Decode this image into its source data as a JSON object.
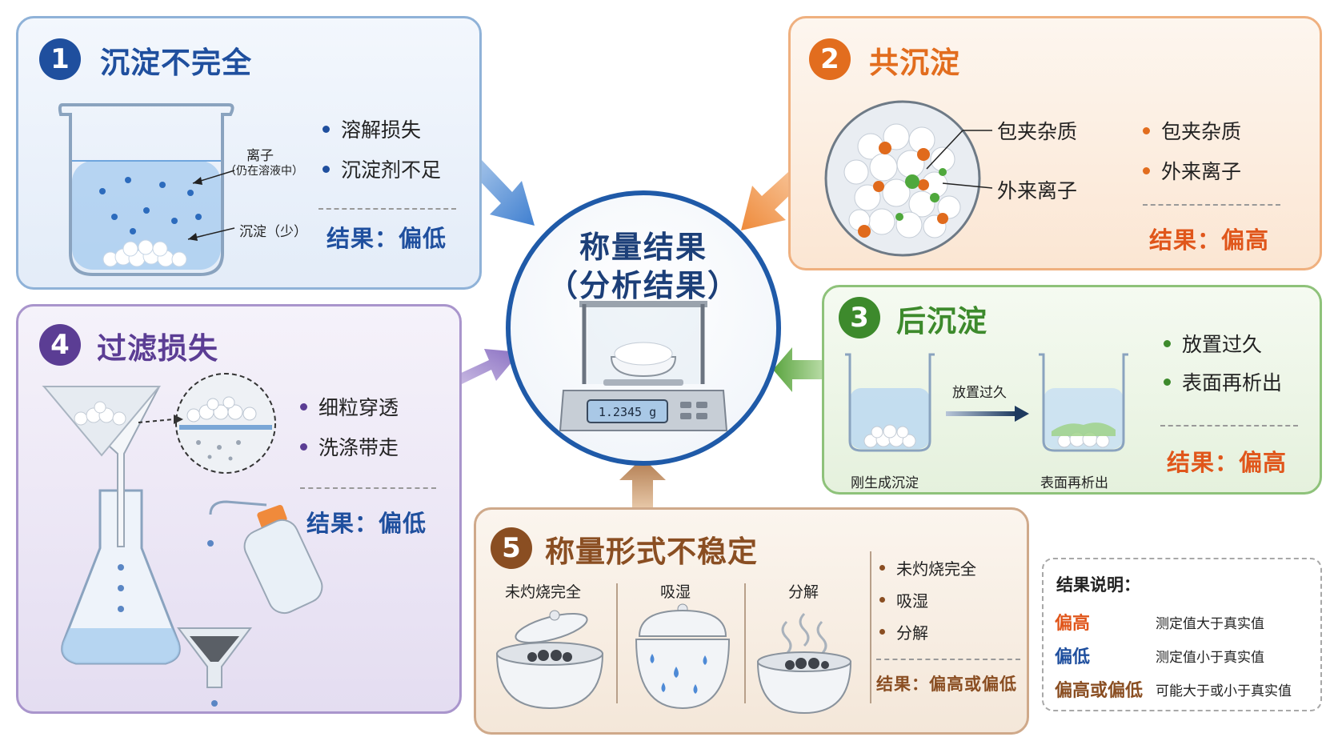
{
  "center": {
    "title_line1": "称量结果",
    "title_line2": "（分析结果）",
    "display": "1.2345 g"
  },
  "panel1": {
    "number": "1",
    "title": "沉淀不完全",
    "label_ions": "离子",
    "label_ions_note": "（仍在溶液中）",
    "label_precipitate": "沉淀（少）",
    "bullets": [
      "溶解损失",
      "沉淀剂不足"
    ],
    "result": "结果：偏低",
    "accent": "#1f4f9e"
  },
  "panel2": {
    "number": "2",
    "title": "共沉淀",
    "label_occlusion": "包夹杂质",
    "label_foreign": "外来离子",
    "bullets": [
      "包夹杂质",
      "外来离子"
    ],
    "result": "结果：偏高",
    "accent": "#e26d1e"
  },
  "panel3": {
    "number": "3",
    "title": "后沉淀",
    "label_fresh": "刚生成沉淀",
    "label_arrow": "放置过久",
    "label_surface": "表面再析出",
    "bullets": [
      "放置过久",
      "表面再析出"
    ],
    "result": "结果：偏高",
    "accent": "#3d8a2c"
  },
  "panel4": {
    "number": "4",
    "title": "过滤损失",
    "bullets": [
      "细粒穿透",
      "洗涤带走"
    ],
    "result": "结果：偏低",
    "accent": "#5b3d94"
  },
  "panel5": {
    "number": "5",
    "title": "称量形式不稳定",
    "cols": [
      "未灼烧完全",
      "吸湿",
      "分解"
    ],
    "bullets": [
      "未灼烧完全",
      "吸湿",
      "分解"
    ],
    "result": "结果：偏高或偏低",
    "accent": "#8a4e22"
  },
  "legend": {
    "title": "结果说明：",
    "rows": [
      {
        "term": "偏高",
        "desc": "测定值大于真实值",
        "color": "#e0561b"
      },
      {
        "term": "偏低",
        "desc": "测定值小于真实值",
        "color": "#1f4f9e"
      },
      {
        "term": "偏高或偏低",
        "desc": "可能大于或小于真实值",
        "color": "#8a4e22"
      }
    ]
  }
}
